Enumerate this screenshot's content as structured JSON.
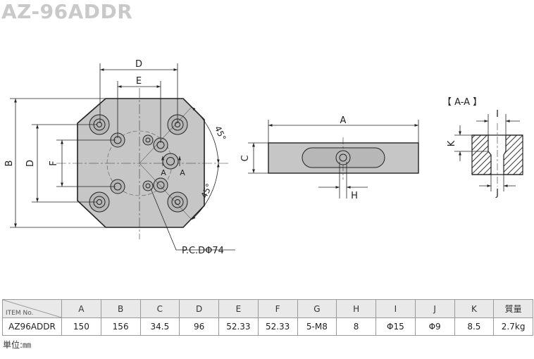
{
  "title": "AZ-96ADDR",
  "drawing": {
    "front_view": {
      "labels": {
        "B": "B",
        "D_vertical": "D",
        "F": "F",
        "D_top": "D",
        "E": "E",
        "angle_upper": "45°",
        "angle_lower": "45°",
        "section_left": "A",
        "section_right": "A",
        "pcd": "P.C.DΦ74"
      }
    },
    "side_view": {
      "labels": {
        "A": "A",
        "C": "C",
        "H": "H"
      }
    },
    "section_view": {
      "title": "【 A-A 】",
      "labels": {
        "I": "I",
        "K": "K",
        "J": "J"
      }
    }
  },
  "table": {
    "item_header": "ITEM No.",
    "columns": [
      "A",
      "B",
      "C",
      "D",
      "E",
      "F",
      "G",
      "H",
      "I",
      "J",
      "K",
      "質量"
    ],
    "rows": [
      {
        "item": "AZ96ADDR",
        "values": [
          "150",
          "156",
          "34.5",
          "96",
          "52.33",
          "52.33",
          "5-M8",
          "8",
          "Φ15",
          "Φ9",
          "8.5",
          "2.7kg"
        ]
      }
    ]
  },
  "unit_note": "単位:㎜",
  "colors": {
    "part_fill": "#c6c6c6",
    "line": "#222222",
    "title_gray": "#c9c9c9",
    "table_header_bg": "#e9e9e9"
  }
}
